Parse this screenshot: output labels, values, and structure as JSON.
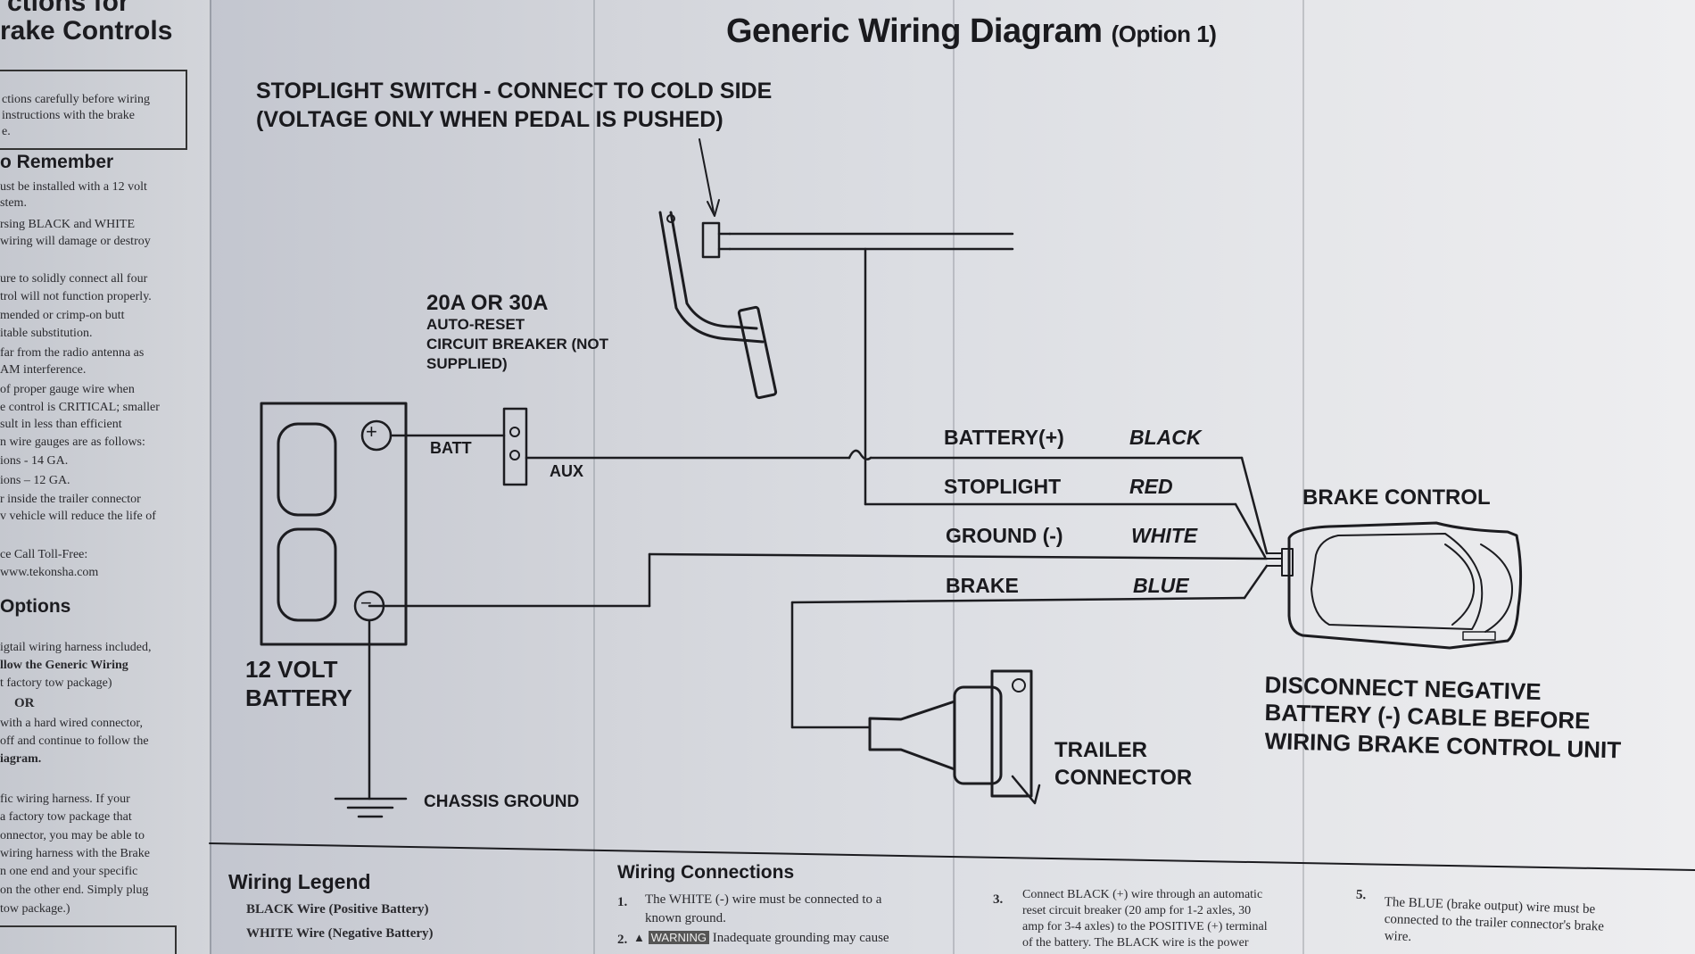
{
  "left_panel": {
    "title_line1": "ctions for",
    "title_line2": "rake Controls",
    "box_lines": [
      "ctions carefully before wiring",
      "instructions with the brake",
      "e."
    ],
    "remember_heading": "o Remember",
    "remember_lines": [
      "ust be installed with a 12 volt",
      "stem.",
      "rsing BLACK and WHITE",
      "wiring will damage or destroy",
      "",
      "ure to solidly connect all four",
      "trol will not function properly.",
      "mended or crimp-on butt",
      "itable substitution.",
      "far from the radio antenna as",
      "AM interference.",
      "of proper gauge wire when",
      "e control is CRITICAL; smaller",
      "sult in less than efficient",
      "n wire gauges are as follows:",
      "ions - 14 GA.",
      "ions – 12 GA.",
      "r inside the trailer connector",
      "v vehicle will reduce the life of"
    ],
    "tollfree_line1": "ce Call Toll-Free:",
    "tollfree_line2": "www.tekonsha.com",
    "options_heading": "Options",
    "options_lines": [
      "igtail wiring harness included,",
      "llow the Generic Wiring",
      "t factory tow package)",
      "OR",
      "with a hard wired connector,",
      "off and continue to follow the",
      "iagram.",
      "",
      "fic wiring harness. If your",
      "a factory tow package that",
      "onnector, you may be able to",
      "wiring harness with the Brake",
      "n one end and your specific",
      "on the other end. Simply plug",
      "tow package.)"
    ]
  },
  "diagram": {
    "title": "Generic Wiring Diagram",
    "title_option": "(Option 1)",
    "stoplight_line1": "STOPLIGHT SWITCH - CONNECT TO COLD SIDE",
    "stoplight_line2": "(VOLTAGE ONLY WHEN PEDAL IS PUSHED)",
    "breaker_line1": "20A OR 30A",
    "breaker_line2": "AUTO-RESET",
    "breaker_line3": "CIRCUIT BREAKER (NOT",
    "breaker_line4": "SUPPLIED)",
    "batt_label": "BATT",
    "aux_label": "AUX",
    "battery_line1": "12 VOLT",
    "battery_line2": "BATTERY",
    "chassis_ground": "CHASSIS GROUND",
    "wires": [
      {
        "name": "BATTERY(+)",
        "color": "BLACK"
      },
      {
        "name": "STOPLIGHT",
        "color": "RED"
      },
      {
        "name": "GROUND (-)",
        "color": "WHITE"
      },
      {
        "name": "BRAKE",
        "color": "BLUE"
      }
    ],
    "brake_control": "BRAKE CONTROL",
    "disconnect_line1": "DISCONNECT NEGATIVE",
    "disconnect_line2": "BATTERY (-) CABLE BEFORE",
    "disconnect_line3": "WIRING BRAKE CONTROL UNIT",
    "trailer_line1": "TRAILER",
    "trailer_line2": "CONNECTOR",
    "plus_symbol": "+",
    "minus_symbol": "−"
  },
  "bottom": {
    "legend_heading": "Wiring Legend",
    "legend_items": [
      "BLACK Wire (Positive Battery)",
      "WHITE Wire (Negative Battery)"
    ],
    "connections_heading": "Wiring Connections",
    "conn1_num": "1.",
    "conn1_line1": "The WHITE (-) wire must be connected to a",
    "conn1_line2": "known ground.",
    "conn2_num": "2.",
    "conn2_warning": "WARNING",
    "conn2_text": "Inadequate grounding may cause",
    "conn3_num": "3.",
    "conn3_lines": [
      "Connect BLACK (+) wire through an automatic",
      "reset circuit breaker (20 amp for 1-2 axles, 30",
      "amp for 3-4 axles) to the POSITIVE (+) terminal",
      "of the battery. The BLACK wire is the power"
    ],
    "conn5_num": "5.",
    "conn5_lines": [
      "The BLUE (brake output) wire must be",
      "connected to the trailer connector's brake",
      "wire."
    ]
  }
}
